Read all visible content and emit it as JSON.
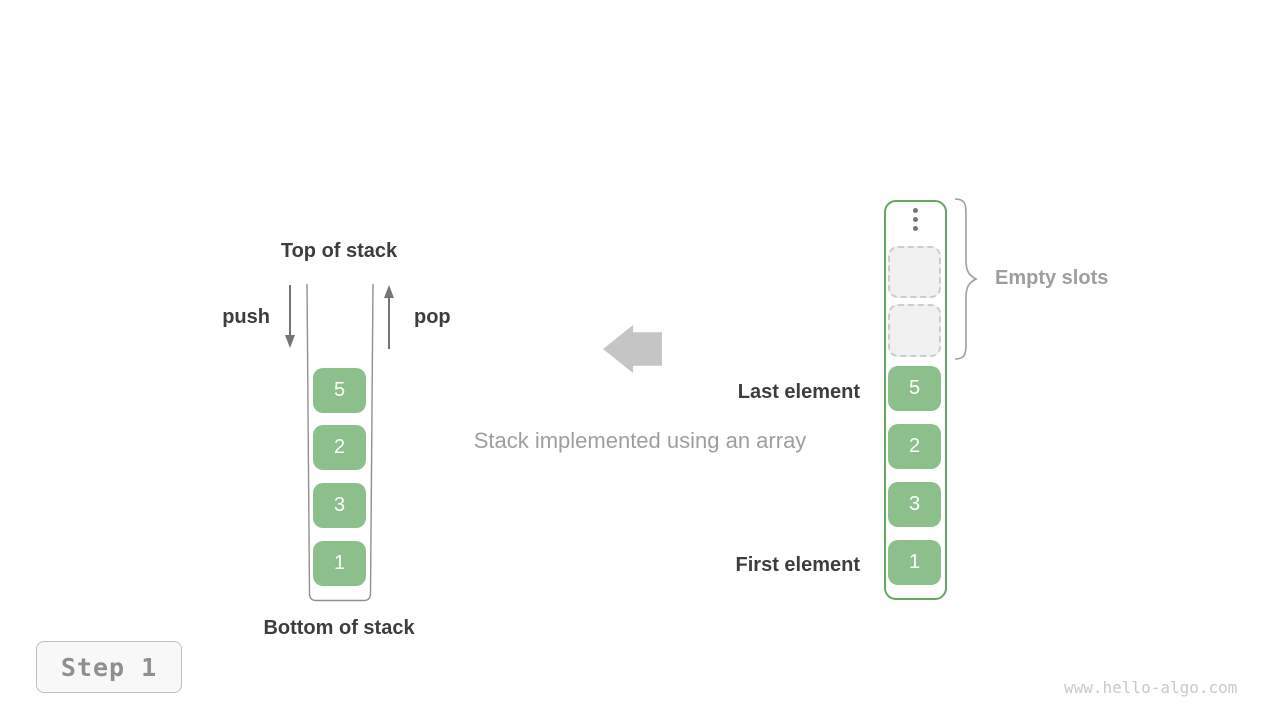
{
  "palette": {
    "green_fill": "#8cbf8c",
    "green_border": "#63a763",
    "dark_text": "#3d3d3d",
    "gray_text": "#9e9e9e",
    "line_gray": "#757575",
    "wall_gray": "#8f8f8f",
    "arrow_gray": "#c5c5c5",
    "slot_fill": "#f1f1f1",
    "slot_border": "#cdcdcd",
    "step_fill": "#f8f8f8",
    "step_border": "#bfbfbf",
    "step_text": "#8f8f8f",
    "watermark": "#c9c9c9"
  },
  "left_stack": {
    "top_label": "Top of stack",
    "bottom_label": "Bottom of stack",
    "push_label": "push",
    "pop_label": "pop",
    "cells": [
      "5",
      "2",
      "3",
      "1"
    ]
  },
  "center": {
    "caption": "Stack implemented using an array"
  },
  "right_array": {
    "ellipsis_icon": "vertical-dots",
    "empty_slots_count": 2,
    "cells": [
      "5",
      "2",
      "3",
      "1"
    ],
    "empty_slots_label": "Empty slots",
    "last_element_label": "Last element",
    "first_element_label": "First element"
  },
  "footer": {
    "step_label": "Step 1",
    "watermark": "www.hello-algo.com"
  }
}
